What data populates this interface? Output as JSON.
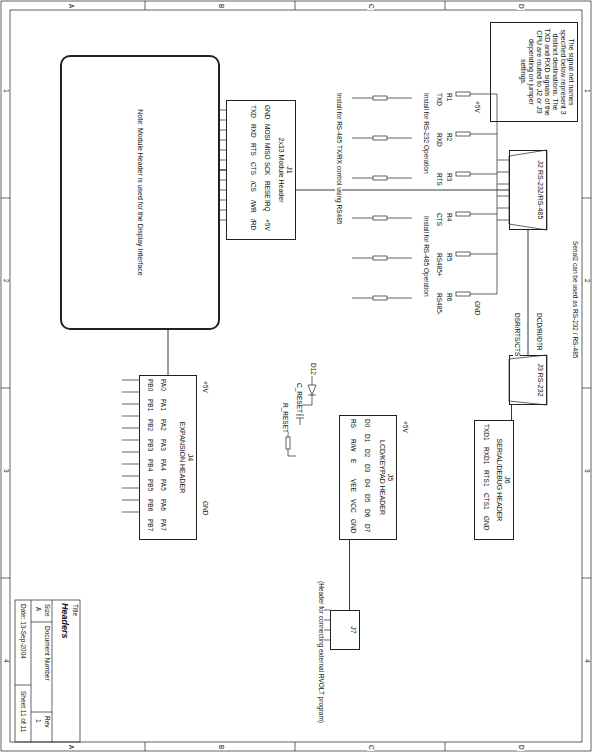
{
  "diagram": {
    "title": "Headers",
    "nodes": [
      {
        "text": [
          "Note: Module Header is used for the Display Interface"
        ]
      },
      {
        "text": [
          "J1",
          "2x13 Module Header"
        ]
      },
      {
        "text": [
          "J2 RS-232/RS-485"
        ]
      },
      {
        "text": [
          "J3 RS-232"
        ]
      },
      {
        "text": [
          "J4",
          "EXPANSION HEADER"
        ]
      },
      {
        "text": [
          "J5",
          "LCD/KEYPAD HEADER"
        ]
      },
      {
        "text": [
          "J6",
          "SERIAL/DEBUG HEADER"
        ]
      },
      {
        "text": [
          "J7"
        ]
      },
      {
        "text": [
          "The signal net names specified below represent 3 distinct destinations. The TXD and RXD signals of the CPU are routed to J2 or J3 depending on jumper settings."
        ]
      }
    ],
    "edges": [
      {
        "from": 0,
        "to": 1,
        "arrow": "none"
      },
      {
        "from": 1,
        "to": 2,
        "arrow": "none"
      },
      {
        "from": 0,
        "to": 4,
        "arrow": "none"
      },
      {
        "from": 2,
        "to": 3,
        "arrow": "none"
      },
      {
        "from": 3,
        "to": 6,
        "arrow": "none"
      },
      {
        "from": 5,
        "to": 7,
        "arrow": "none"
      }
    ],
    "labels": [
      "D",
      "C",
      "B",
      "A",
      "D",
      "C",
      "B",
      "A",
      "1",
      "2",
      "3",
      "4",
      "1",
      "2",
      "3",
      "4",
      "GND",
      "MOSI",
      "MISO",
      "SCK",
      "RESET",
      "IRQ",
      "+5V",
      "TXD",
      "RXD",
      "RTS",
      "CTS",
      "/CS",
      "/WR",
      "/RD",
      "R1",
      "R2",
      "R3",
      "R4",
      "R5",
      "R6",
      "TXD",
      "RXD",
      "RTS",
      "CTS",
      "RS485+",
      "RS485-",
      "Install for RS-232 Operation",
      "Install for RS-485 Operation",
      "Install for RS-485 TX/RX control using RS485",
      "+5V",
      "GND",
      "DCD/RI/DTR",
      "DSR/RTS/CTS",
      "Serial2 can be used as RS-232 / RS-485",
      "PA0",
      "PA1",
      "PA2",
      "PA3",
      "PA4",
      "PA5",
      "PA6",
      "PA7",
      "PB0",
      "PB1",
      "PB2",
      "PB3",
      "PB4",
      "PB5",
      "PB6",
      "PB7",
      "D0",
      "D1",
      "D2",
      "D3",
      "D4",
      "D5",
      "D6",
      "D7",
      "RS",
      "R/W",
      "E",
      "VEE",
      "VCC",
      "GND",
      "TXD1",
      "RXD1",
      "RTS1",
      "CTS1",
      "GND",
      "D12",
      "C_RESET",
      "R_RESET",
      "+5V",
      "GND",
      "+5V",
      "(Header for connecting external RVOLT program)",
      "Title",
      "Size",
      "Document Number",
      "Rev",
      "A",
      "1",
      "Date: 13-Sep-2004",
      "Sheet 11 of 11"
    ]
  }
}
